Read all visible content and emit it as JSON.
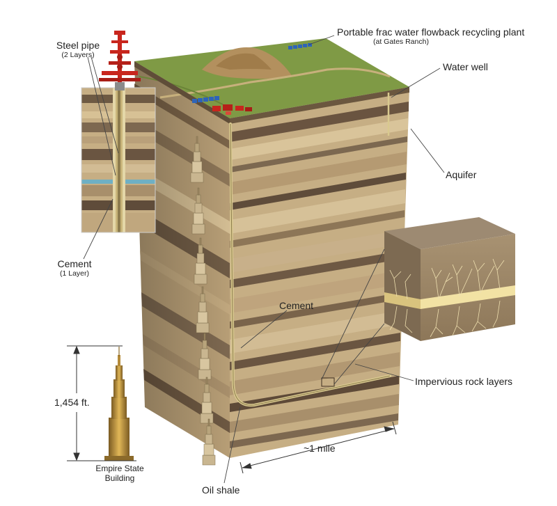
{
  "labels": {
    "steel_pipe": "Steel pipe",
    "steel_pipe_sub": "(2 Layers)",
    "cement_top": "Cement",
    "cement_top_sub": "(1 Layer)",
    "recycling_plant": "Portable frac water flowback recycling plant",
    "recycling_plant_sub": "(at Gates Ranch)",
    "water_well": "Water well",
    "aquifer": "Aquifer",
    "cement_mid": "Cement",
    "impervious": "Impervious rock layers",
    "distance": "~1 mile",
    "oil_shale": "Oil shale",
    "height": "1,454 ft.",
    "empire_line1": "Empire State",
    "empire_line2": "Building"
  },
  "colors": {
    "grass": "#7f9a45",
    "rock_light": "#c9b38a",
    "rock_dark": "#6e5a43",
    "aquifer_blue": "#6fb0c4",
    "rig_red": "#c8261d",
    "pipe": "#d9c98f",
    "plant_blue": "#2e64b8"
  }
}
